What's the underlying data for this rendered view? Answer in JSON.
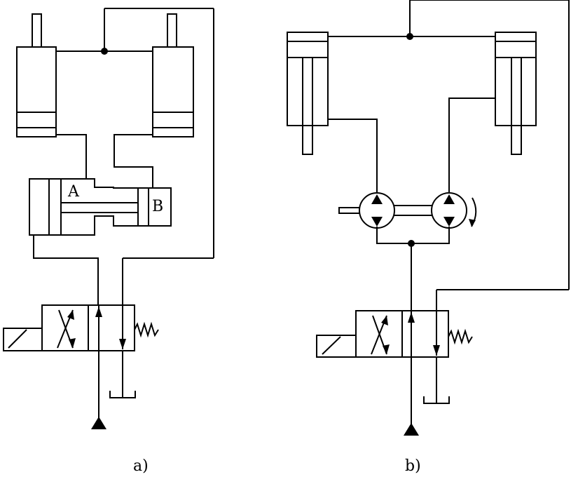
{
  "panels": [
    {
      "id": "a",
      "caption": "a)",
      "port_labels": {
        "left": "A",
        "right": "B"
      }
    },
    {
      "id": "b",
      "caption": "b)"
    }
  ],
  "colors": {
    "line": "#000000",
    "background": "#ffffff"
  }
}
